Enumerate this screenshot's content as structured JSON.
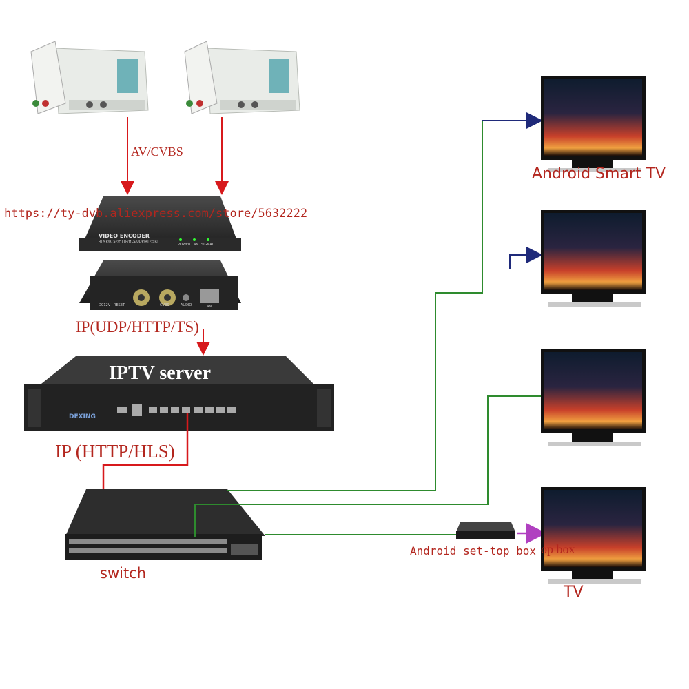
{
  "labels": {
    "av_cvbs": "AV/CVBS",
    "store_url": "https://ty-dvb.aliexpress.com/store/5632222",
    "encoder_title": "VIDEO ENCODER",
    "encoder_protocols": "RTMP/RTSP/HTTP/HLS/UDP/RTP/SRT",
    "encoder_leds": [
      "POWER",
      "LAN",
      "SIGNAL"
    ],
    "encoder_ports": [
      "DC12V",
      "RESET",
      "CVBS",
      "AUDIO",
      "LAN"
    ],
    "ip_udp": "IP(UDP/HTTP/TS)",
    "iptv_server": "IPTV server",
    "server_brand": "DEXING",
    "ip_http": "IP (HTTP/HLS)",
    "switch": "switch",
    "android_tv": "Android Smart TV",
    "android_stb": "Android set-top box",
    "stb_overlap": "op box",
    "tv": "TV"
  },
  "colors": {
    "red_arrow": "#d7191c",
    "green_line": "#2e8b2e",
    "navy_arrow": "#1f2a7a",
    "purple_arrow": "#b040c0",
    "label_red": "#b3261e",
    "device_dark": "#2a2a2a"
  },
  "icons": [
    "satellite-receiver-icon",
    "remote-control-icon",
    "tv-monitor-icon",
    "network-switch-icon",
    "set-top-box-icon"
  ]
}
